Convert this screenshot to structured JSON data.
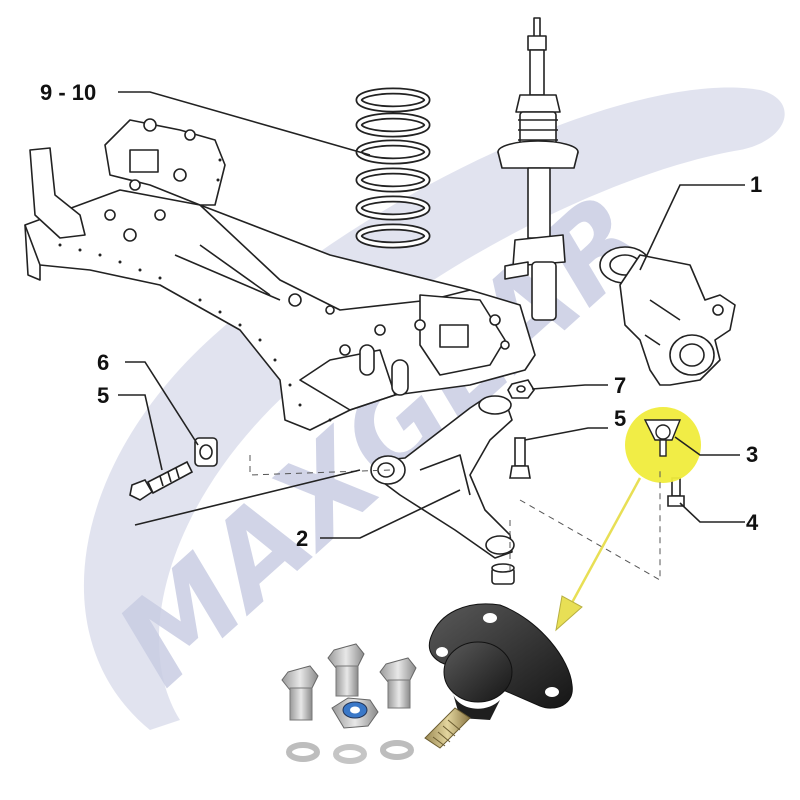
{
  "watermark": {
    "text": "MAXGEAR",
    "color": "#c9cde3"
  },
  "highlight_color": "#f0ec3c",
  "arrow_color": "#e8df55",
  "callouts": {
    "springs": "9 - 10",
    "knuckle": "1",
    "bushing": "6",
    "bolt_left": "5",
    "nut": "7",
    "bolt_right": "5",
    "ball_joint": "3",
    "lower_arm": "2",
    "screw": "4"
  },
  "icons": {
    "subframe": "subframe-icon",
    "coil_spring": "coil-spring-icon",
    "strut": "shock-absorber-icon",
    "knuckle": "steering-knuckle-icon",
    "control_arm": "control-arm-icon",
    "ball_joint": "ball-joint-icon"
  }
}
